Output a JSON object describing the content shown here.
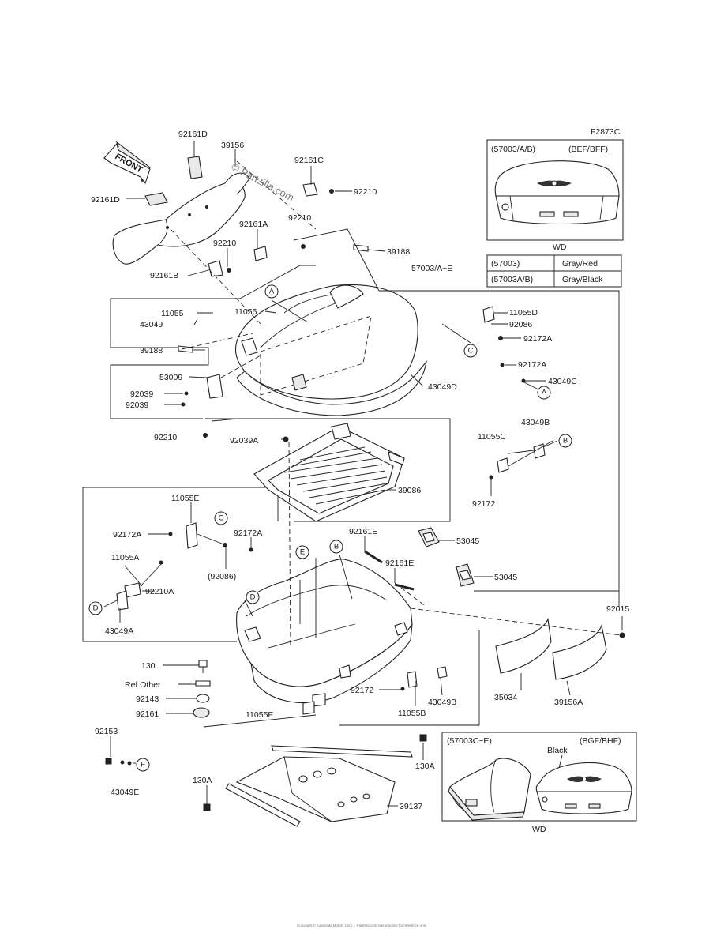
{
  "figure_code": "F2873C",
  "watermark": "© Partzilla.com",
  "front_arrow": "FRONT",
  "callouts": [
    "A",
    "B",
    "C",
    "D",
    "E",
    "F"
  ],
  "inset_top": {
    "header_left": "(57003/A/B)",
    "header_right": "(BEF/BFF)",
    "caption": "WD",
    "table": [
      {
        "part": "(57003)",
        "color": "Gray/Red"
      },
      {
        "part": "(57003A/B)",
        "color": "Gray/Black"
      }
    ]
  },
  "inset_bottom": {
    "header_left": "(57003C~E)",
    "header_right": "(BGF/BHF)",
    "note": "Black",
    "caption": "WD"
  },
  "part_labels": {
    "p92161D_a": "92161D",
    "p39156": "39156",
    "p92161C": "92161C",
    "p92210_a": "92210",
    "p92161D_b": "92161D",
    "p92210_b": "92210",
    "p92161A": "92161A",
    "p92210_c": "92210",
    "p39188_a": "39188",
    "p92161B": "92161B",
    "p57003": "57003/A~E",
    "p11055_a": "11055",
    "p11055_b": "11055",
    "p43049": "43049",
    "p39188_b": "39188",
    "p53009": "53009",
    "p92039_a": "92039",
    "p92039_b": "92039",
    "p43049D": "43049D",
    "p11055D": "11055D",
    "p92086_a": "92086",
    "p92172A_a": "92172A",
    "p92172A_b": "92172A",
    "p43049C": "43049C",
    "p92210_d": "92210",
    "p92039A": "92039A",
    "p39086": "39086",
    "p43049B_a": "43049B",
    "p11055C": "11055C",
    "p92172_a": "92172",
    "p11055E": "11055E",
    "p92172A_c": "92172A",
    "p92172A_d": "92172A",
    "p92086_b": "(92086)",
    "p11055A": "11055A",
    "p92210A": "92210A",
    "p43049A": "43049A",
    "p92161E_a": "92161E",
    "p92161E_b": "92161E",
    "p53045_a": "53045",
    "p53045_b": "53045",
    "p92015": "92015",
    "p130": "130",
    "pRefOther": "Ref.Other",
    "p92143": "92143",
    "p92161": "92161",
    "p11055F": "11055F",
    "p92172_b": "92172",
    "p11055B": "11055B",
    "p43049B_b": "43049B",
    "p35034": "35034",
    "p39156A": "39156A",
    "p92153": "92153",
    "p43049E": "43049E",
    "p130A_a": "130A",
    "p130A_b": "130A",
    "p39137": "39137"
  },
  "footer": "Copyright © Kawasaki Motors Corp. - Partzilla.com reproduction for reference only"
}
